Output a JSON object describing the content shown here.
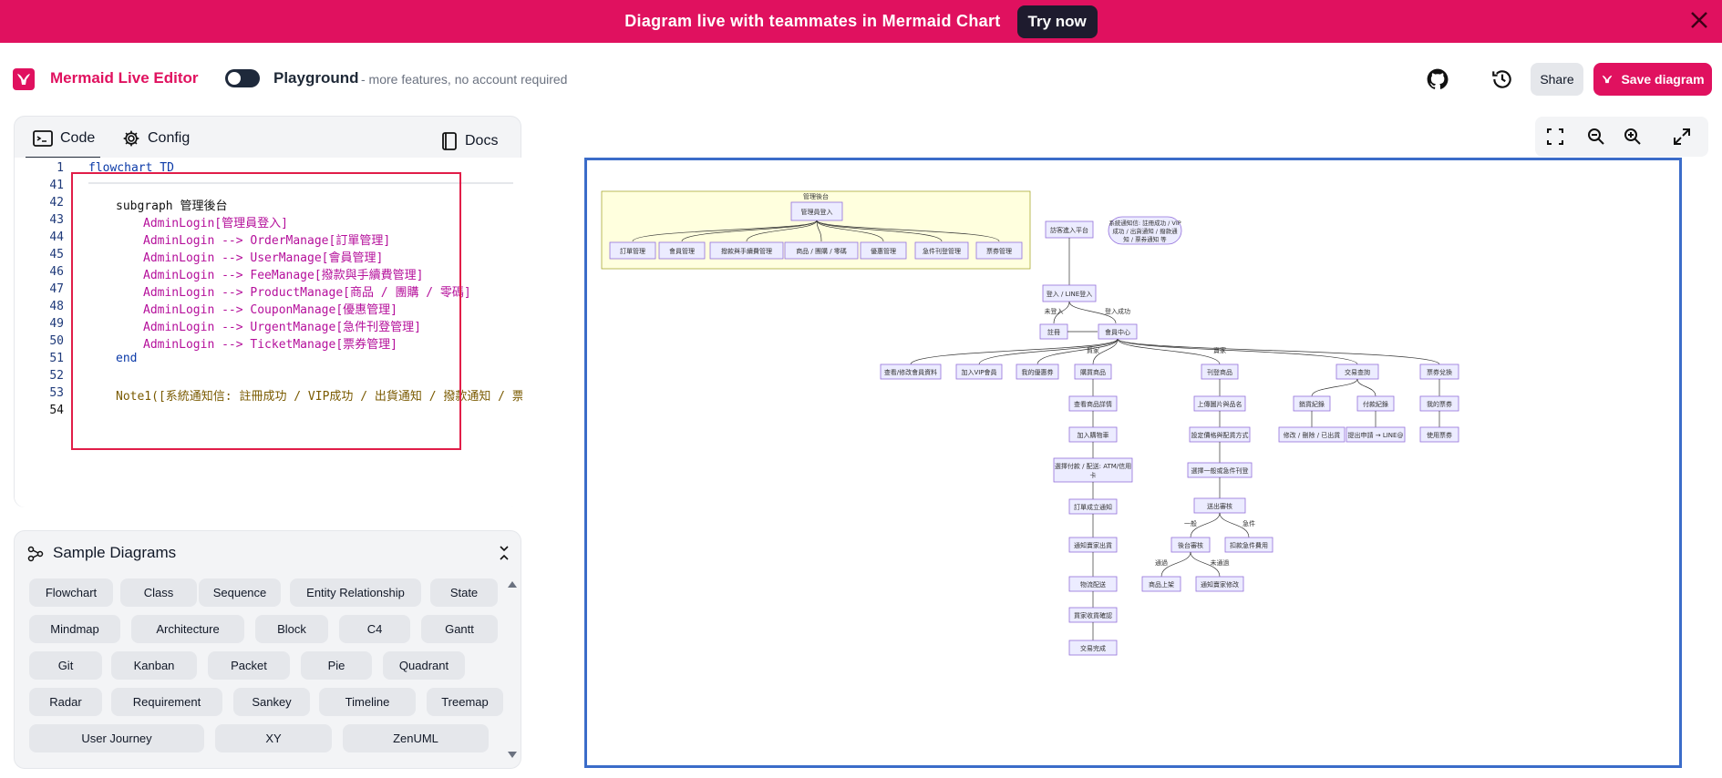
{
  "banner": {
    "text": "Diagram live with teammates in Mermaid Chart",
    "button": "Try now",
    "close_icon": "close-icon"
  },
  "header": {
    "title": "Mermaid Live Editor",
    "playground": "Playground",
    "playground_sub": "- more features, no account required",
    "share": "Share",
    "save": "Save diagram",
    "icons": [
      "github-icon",
      "history-icon"
    ]
  },
  "editor": {
    "tabs": [
      {
        "label": "Code",
        "icon": "code-icon"
      },
      {
        "label": "Config",
        "icon": "gear-icon"
      },
      {
        "label": "Docs",
        "icon": "book-icon"
      }
    ],
    "lines": [
      {
        "n": "1",
        "text": "flowchart TD"
      },
      {
        "n": "41",
        "text": ""
      },
      {
        "n": "42",
        "text": "subgraph 管理後台"
      },
      {
        "n": "43",
        "text": "AdminLogin[管理員登入]"
      },
      {
        "n": "44",
        "text": "AdminLogin --> OrderManage[訂單管理]"
      },
      {
        "n": "45",
        "text": "AdminLogin --> UserManage[會員管理]"
      },
      {
        "n": "46",
        "text": "AdminLogin --> FeeManage[撥款與手續費管理]"
      },
      {
        "n": "47",
        "text": "AdminLogin --> ProductManage[商品 / 團購 / 零碼]"
      },
      {
        "n": "48",
        "text": "AdminLogin --> CouponManage[優惠管理]"
      },
      {
        "n": "49",
        "text": "AdminLogin --> UrgentManage[急件刊登管理]"
      },
      {
        "n": "50",
        "text": "AdminLogin --> TicketManage[票券管理]"
      },
      {
        "n": "51",
        "text": "end"
      },
      {
        "n": "52",
        "text": ""
      },
      {
        "n": "53",
        "text": "Note1([系統通知信: 註冊成功 / VIP成功 / 出貨通知 / 撥款通知 / 票"
      },
      {
        "n": "54",
        "text": ""
      }
    ]
  },
  "samples": {
    "title": "Sample Diagrams",
    "items": [
      "Flowchart",
      "Class",
      "Sequence",
      "Entity Relationship",
      "State",
      "Mindmap",
      "Architecture",
      "Block",
      "C4",
      "Gantt",
      "Git",
      "Kanban",
      "Packet",
      "Pie",
      "Quadrant",
      "Radar",
      "Requirement",
      "Sankey",
      "Timeline",
      "Treemap",
      "User Journey",
      "XY",
      "ZenUML"
    ]
  },
  "canvas_tools": [
    "fit-screen-icon",
    "zoom-out-icon",
    "zoom-in-icon",
    "fullscreen-icon"
  ],
  "diagram": {
    "subgraph_title": "管理後台",
    "admin_login": "管理員登入",
    "admin_children": [
      "訂單管理",
      "會員管理",
      "撥款與手續費管理",
      "商品 / 團購 / 零碼",
      "優惠管理",
      "急件刊登管理",
      "票券管理"
    ],
    "visitor": "訪客進入平台",
    "note": [
      "系統通知信: 註冊成功 / VIP",
      "成功 / 出貨通知 / 撥款通",
      "知 / 票券通知 等"
    ],
    "login": "登入 / LINE登入",
    "edge_not_login": "未登入",
    "edge_login_ok": "登入成功",
    "register": "註冊",
    "member_center": "會員中心",
    "member_children": [
      "查看/修改會員資料",
      "加入VIP會員",
      "我的優惠券",
      "購買商品",
      "刊登商品",
      "交易查詢",
      "票券兌換"
    ],
    "edge_buy": "買家",
    "edge_sell": "賣家",
    "buy_chain": [
      "查看商品詳情",
      "加入購物車",
      "選擇付款 / 配送: ATM/信用卡",
      "訂單成立通知",
      "通知賣家出貨",
      "物流配送",
      "買家收貨確認",
      "交易完成"
    ],
    "sell_chain": [
      "上傳圖片與品名",
      "設定價格與配貨方式",
      "選擇一般或急件刊登",
      "送出審核"
    ],
    "edge_normal": "一般",
    "edge_urgent": "急件",
    "review": "後台審核",
    "urgent_fee": "扣款急件費用",
    "edge_pass": "通過",
    "edge_fail": "未通過",
    "listed": "商品上架",
    "notify_fix": "通知賣家修改",
    "trade_children": [
      "銷貨紀錄",
      "付款紀錄"
    ],
    "trade_leaves": [
      "修改 / 刪除 / 已出貨",
      "提出申請 → LINE@"
    ],
    "ticket_chain": [
      "我的票券",
      "使用票券"
    ]
  }
}
